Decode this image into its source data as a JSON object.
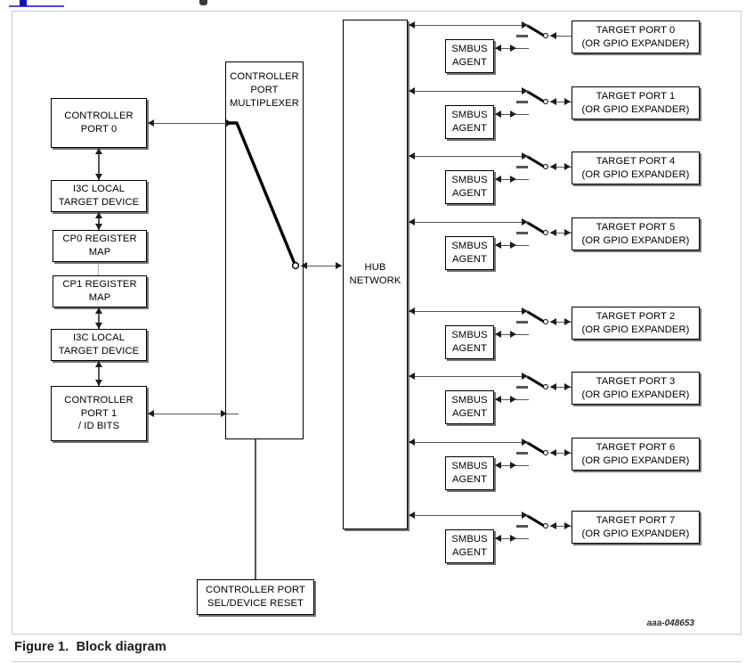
{
  "figure": {
    "caption": "Figure 1.  Block diagram",
    "doc_id": "aaa-048653"
  },
  "left_column": {
    "blocks": [
      {
        "name": "controller-port-0",
        "label": "CONTROLLER\nPORT 0"
      },
      {
        "name": "i3c-local-target-device-top",
        "label": "I3C LOCAL\nTARGET DEVICE"
      },
      {
        "name": "cp0-register-map",
        "label": "CP0 REGISTER\nMAP"
      },
      {
        "name": "cp1-register-map",
        "label": "CP1 REGISTER\nMAP"
      },
      {
        "name": "i3c-local-target-device-bottom",
        "label": "I3C LOCAL\nTARGET DEVICE"
      },
      {
        "name": "controller-port-1",
        "label": "CONTROLLER\nPORT 1\n/ ID BITS"
      }
    ]
  },
  "multiplexer": {
    "label": "CONTROLLER\nPORT\nMULTIPLEXER"
  },
  "hub": {
    "label": "HUB\nNETWORK"
  },
  "control": {
    "label": "CONTROLLER PORT\nSEL/DEVICE RESET"
  },
  "smbus_agent_label": "SMBUS\nAGENT",
  "ports": [
    {
      "index": 0,
      "title": "TARGET PORT 0",
      "subtitle": "(OR GPIO EXPANDER)",
      "agent": "SMBUS\nAGENT"
    },
    {
      "index": 1,
      "title": "TARGET PORT 1",
      "subtitle": "(OR GPIO EXPANDER)",
      "agent": "SMBUS\nAGENT"
    },
    {
      "index": 2,
      "title": "TARGET PORT 4",
      "subtitle": "(OR GPIO EXPANDER)",
      "agent": "SMBUS\nAGENT"
    },
    {
      "index": 3,
      "title": "TARGET PORT 5",
      "subtitle": "(OR GPIO EXPANDER)",
      "agent": "SMBUS\nAGENT"
    },
    {
      "index": 4,
      "title": "TARGET PORT 2",
      "subtitle": "(OR GPIO EXPANDER)",
      "agent": "SMBUS\nAGENT"
    },
    {
      "index": 5,
      "title": "TARGET PORT 3",
      "subtitle": "(OR GPIO EXPANDER)",
      "agent": "SMBUS\nAGENT"
    },
    {
      "index": 6,
      "title": "TARGET PORT 6",
      "subtitle": "(OR GPIO EXPANDER)",
      "agent": "SMBUS\nAGENT"
    },
    {
      "index": 7,
      "title": "TARGET PORT 7",
      "subtitle": "(OR GPIO EXPANDER)",
      "agent": "SMBUS\nAGENT"
    }
  ],
  "colors": {
    "line": "#3d3d3d",
    "box_border": "#000000",
    "frame": "#c9c9c9",
    "text": "#000000",
    "link": "#4a4ad0"
  }
}
